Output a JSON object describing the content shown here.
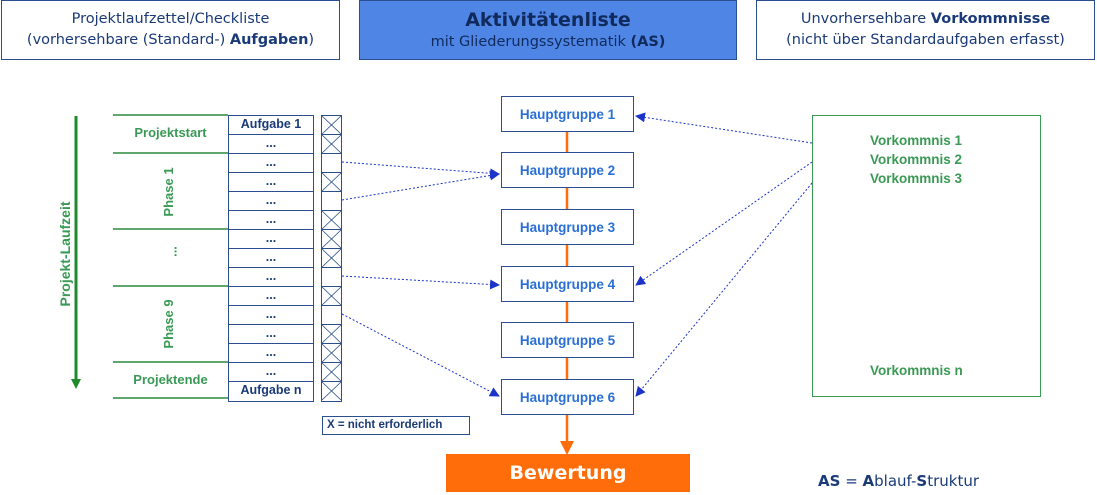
{
  "header": {
    "left_line1": "Projektlaufzettel/Checkliste",
    "left_line2_pre": "(vorhersehbare (Standard-) ",
    "left_line2_bold": "Aufgaben",
    "left_line2_post": ")",
    "center_title": "Aktivitätenliste",
    "center_sub_pre": "mit Gliederungssystematik ",
    "center_sub_bold": "(AS)",
    "right_line1_pre": "Unvorhersehbare ",
    "right_line1_bold": "Vorkommnisse",
    "right_line2": "(nicht über Standardaufgaben erfasst)"
  },
  "timeline_label": "Projekt-Laufzeit",
  "phases": {
    "start": "Projektstart",
    "phase1": "Phase 1",
    "middle": "...",
    "phase9": "Phase 9",
    "end": "Projektende"
  },
  "tasks": [
    "Aufgabe 1",
    "...",
    "...",
    "...",
    "...",
    "...",
    "...",
    "...",
    "...",
    "...",
    "...",
    "...",
    "...",
    "...",
    "Aufgabe n"
  ],
  "x_legend": "X = nicht erforderlich",
  "groups": [
    "Hauptgruppe 1",
    "Hauptgruppe 2",
    "Hauptgruppe 3",
    "Hauptgruppe 4",
    "Hauptgruppe 5",
    "Hauptgruppe 6"
  ],
  "events": [
    "Vorkommnis 1",
    "Vorkommnis 2",
    "Vorkommnis 3",
    "Vorkommnis n"
  ],
  "result": "Bewertung",
  "as_note": {
    "abbr": "AS",
    "eq": " = ",
    "a_bold": "A",
    "a_rest": "blauf-",
    "s_bold": "S",
    "s_rest": "truktur"
  },
  "colors": {
    "navy": "#1a3a78",
    "header_blue": "#4f86e6",
    "green": "#3a9a55",
    "group_text": "#2a6fd6",
    "orange": "#ff6d0a"
  }
}
